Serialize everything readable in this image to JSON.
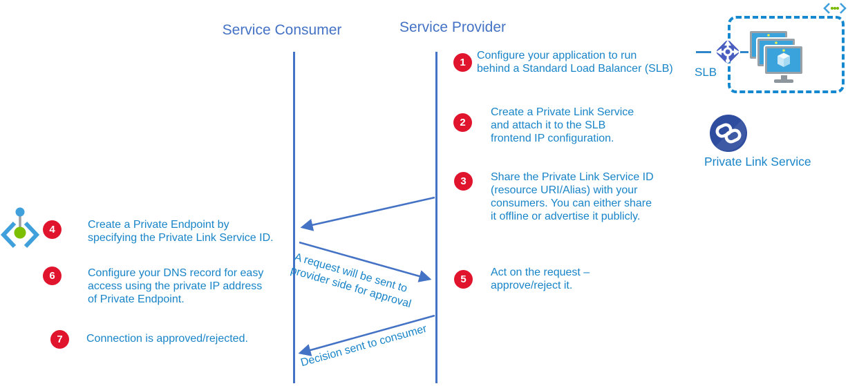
{
  "diagram": {
    "consumer_header": "Service Consumer",
    "provider_header": "Service Provider"
  },
  "steps": [
    {
      "num": "1",
      "side": "provider",
      "text": "Configure your application to run\nbehind a Standard Load Balancer (SLB)"
    },
    {
      "num": "2",
      "side": "provider",
      "text": "Create a Private Link Service\nand attach it to the SLB\nfrontend IP configuration."
    },
    {
      "num": "3",
      "side": "provider",
      "text": "Share the Private Link Service ID\n(resource URI/Alias) with your\nconsumers. You can either share\nit offline or advertise it publicly."
    },
    {
      "num": "4",
      "side": "consumer",
      "text": "Create a Private Endpoint by\nspecifying the Private Link Service ID."
    },
    {
      "num": "5",
      "side": "provider",
      "text": "Act on the request –\napprove/reject it."
    },
    {
      "num": "6",
      "side": "consumer",
      "text": "Configure your DNS record for easy\naccess using the private IP address\nof Private Endpoint."
    },
    {
      "num": "7",
      "side": "consumer",
      "text": "Connection is approved/rejected."
    }
  ],
  "messages": {
    "request": "A request will be sent to\nprovider side for approval",
    "decision": "Decision sent to consumer"
  },
  "labels": {
    "slb": "SLB",
    "private_link_service": "Private Link Service"
  },
  "icons": {
    "code": "code-brackets-icon",
    "slb": "load-balancer-icon",
    "vm_stack": "virtual-machines-icon",
    "private_link": "private-link-service-icon",
    "private_endpoint": "private-endpoint-icon"
  },
  "colors": {
    "header_blue": "#4472C4",
    "body_blue": "#1884C8",
    "arrow_blue": "#4472C4",
    "step_red": "#E1142E",
    "dashed_border_blue": "#1588CF",
    "azure_blue": "#3AA3DC",
    "green": "#76B900",
    "link_dark_blue": "#2E4D9E"
  }
}
